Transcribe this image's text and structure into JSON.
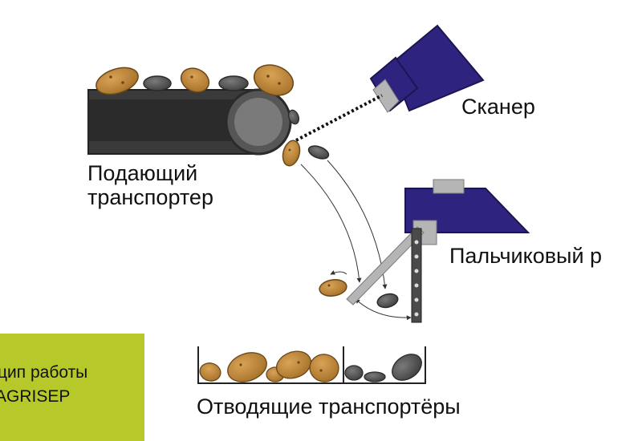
{
  "labels": {
    "scanner": "Сканер",
    "feed_conveyor_line1": "Подающий",
    "feed_conveyor_line2": "транспортер",
    "finger_separator": "Пальчиковый р",
    "discharge_conveyors": "Отводящие транспортёры"
  },
  "info_box": {
    "line1": "цип работы",
    "line2": "AGRISEP"
  },
  "colors": {
    "scanner_body": "#2e2480",
    "potato": "#c08a3a",
    "stone": "#5a5a5a",
    "conveyor_belt": "#3a3a3a",
    "roller": "#6e6e6e",
    "arm": "#b5b5b5",
    "green_box": "#b6c82a"
  }
}
